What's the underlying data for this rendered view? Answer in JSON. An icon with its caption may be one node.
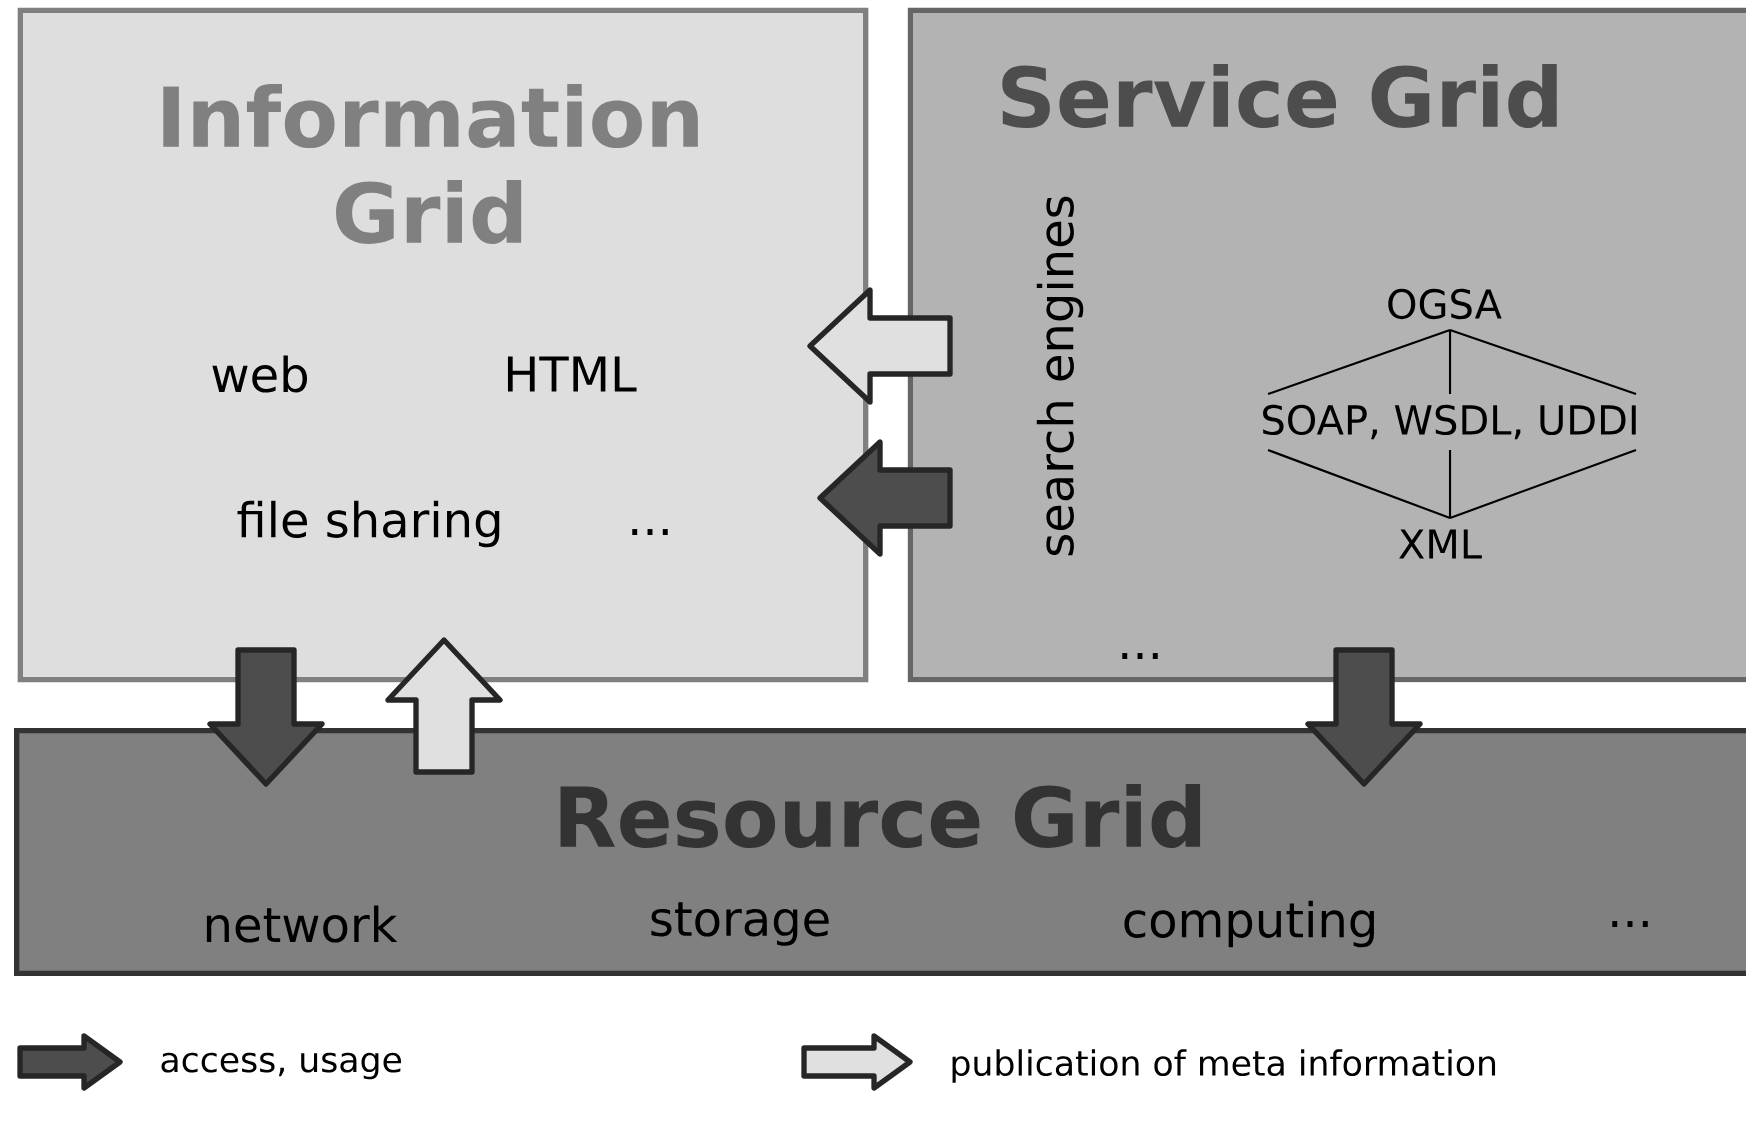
{
  "diagram": {
    "nodes": [
      {
        "text": [
          "Information Grid",
          "web",
          "HTML",
          "file sharing",
          "..."
        ]
      },
      {
        "text": [
          "Service Grid",
          "search engines",
          "..."
        ]
      },
      {
        "text": [
          "OGSA"
        ],
        "in": 1
      },
      {
        "text": [
          "SOAP, WSDL, UDDI"
        ],
        "in": 1
      },
      {
        "text": [
          "XML"
        ],
        "in": 1
      },
      {
        "text": [
          "Resource Grid",
          "network",
          "storage",
          "computing",
          "..."
        ]
      }
    ],
    "edges": [
      {
        "from": 1,
        "to": 0,
        "arrow": "to",
        "color": "#e0e0e0"
      },
      {
        "from": 1,
        "to": 0,
        "arrow": "to"
      },
      {
        "from": 0,
        "to": 5,
        "arrow": "to"
      },
      {
        "from": 5,
        "to": 0,
        "arrow": "to",
        "color": "#e0e0e0"
      },
      {
        "from": 1,
        "to": 5,
        "arrow": "to"
      },
      {
        "from": 2,
        "to": 3,
        "arrow": "none"
      },
      {
        "from": 3,
        "to": 4,
        "arrow": "none"
      }
    ],
    "legend": [
      {
        "text": "access, usage",
        "color": "#4d4d4d"
      },
      {
        "text": "publication of meta information",
        "color": "#e0e0e0"
      }
    ]
  }
}
